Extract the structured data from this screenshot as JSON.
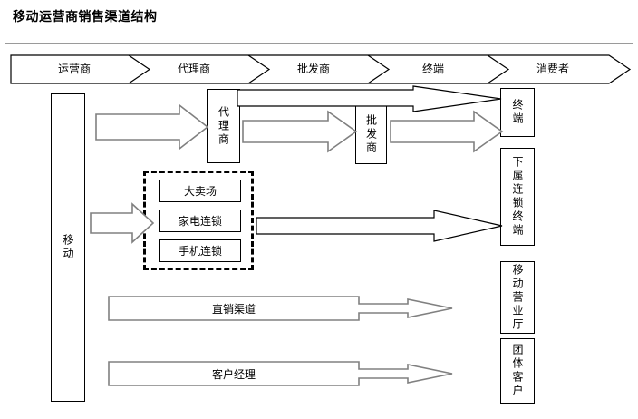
{
  "title": "移动运营商销售渠道结构",
  "banner": {
    "name": "channel-stage-banner",
    "segments": [
      {
        "label": "运营商"
      },
      {
        "label": "代理商"
      },
      {
        "label": "批发商"
      },
      {
        "label": "终端"
      },
      {
        "label": "消费者"
      }
    ]
  },
  "nodes": {
    "mobile": "移动",
    "agent": "代理商",
    "wholesaler": "批发商",
    "terminal": "终端",
    "affiliate_chain_terminal": "下属连锁终端",
    "mobile_hall": "移动营业厅",
    "group_customer": "团体客户"
  },
  "chain_group": {
    "items": [
      {
        "label": "大卖场"
      },
      {
        "label": "家电连锁"
      },
      {
        "label": "手机连锁"
      }
    ]
  },
  "channels": {
    "direct_sales": "直销渠道",
    "account_manager": "客户经理"
  },
  "colors": {
    "outline_black": "#000000",
    "arrow_gray": "#808080",
    "rule_gray": "#9a9a9a",
    "background": "#ffffff"
  }
}
